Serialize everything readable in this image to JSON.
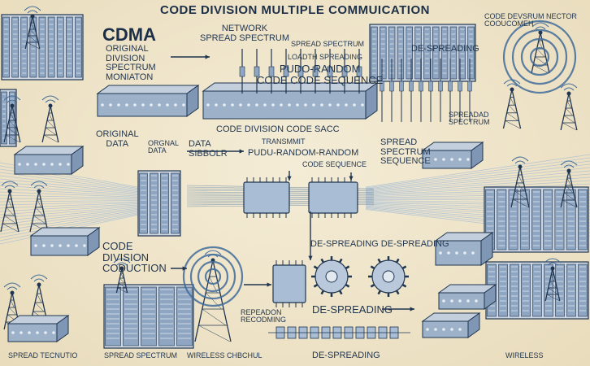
{
  "title": "CODE DIVISION MULTIPLE COMMUICATION",
  "labels": {
    "cdma": "CDMA",
    "original_division": "ORIGINAL\nDIVISION\nSPECTRUM\nMONIATON",
    "network_spread": "NETWORK\nSPREAD SPECTRUM",
    "spread_spectrum_top": "SPREAD SPECTRUM",
    "loadth_spreading": "LOADTH SPREADING",
    "pseudo_random_top": "PUDO-RANDOM\nCODE CODE SEQUENCE",
    "de_spreading_top": "DE-SPREADING",
    "top_right_small": "CODE DEVSRUM NECTOR\nCOOUCOMEH",
    "code_division_code": "CODE DIVISION CODE SACC",
    "transmit": "TRANSMMIT",
    "original_data": "ORIGINAL\nDATA",
    "orignal_data": "ORGNAL\nDATA",
    "data_sibbolr": "DATA\nSIBBOLR",
    "pudu_random": "PUDU-RANDOM-RANDOM",
    "code_sequence": "CODE SEQUENCE",
    "spread_spectrum_sequence": "SPREAD\nSPECTRUM\nSEQUENCE",
    "spreadad_spectrum": "SPREADAD\nSPECTRUM",
    "code_division_codnuction": "CODE\nDIVISION\nCODUCTION",
    "de_spreading_pair": "DE-SPREADING DE-SPREADING",
    "de_spreading_mid": "DE-SPREADING",
    "repeadon_recodming": "REPEADON\nRECODMING",
    "spread_tecnutio": "SPREAD  TECNUTIO",
    "spread_spectrum_bottom": "SPREAD SPECTRUM",
    "wireless_chbchul": "WIRELESS CHBCHUL",
    "de_spreading_bottom": "DE-SPREADING",
    "wireless": "WIRELESS"
  },
  "colors": {
    "ink": "#1f3550",
    "blue": "#3f6b9a",
    "light_blue": "#9fb9d6",
    "paper": "#efe5cc"
  },
  "icons": [
    "antenna-tower-icon",
    "server-rack-icon",
    "radio-wave-icon",
    "chip-icon",
    "gear-icon",
    "router-box-icon"
  ]
}
